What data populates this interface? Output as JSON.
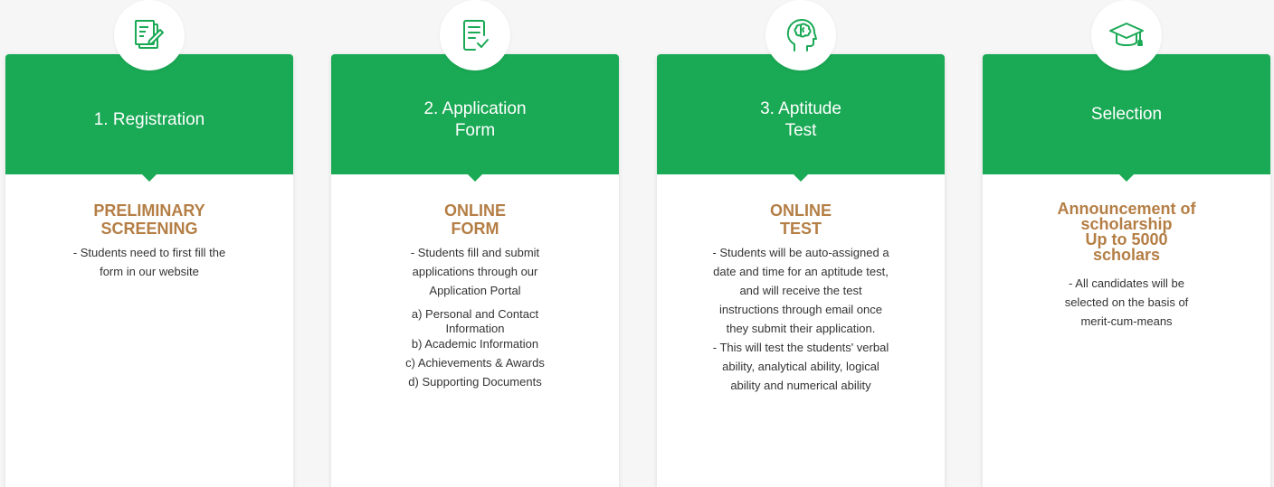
{
  "steps": [
    {
      "title": "1. Registration",
      "icon": "edit-document-icon",
      "heading_lines": [
        "PRELIMINARY",
        "SCREENING"
      ],
      "description": [
        "- Students need to first fill the",
        "form in our website"
      ],
      "sub_items": []
    },
    {
      "title_lines": [
        "2. Application",
        "Form"
      ],
      "icon": "checklist-document-icon",
      "heading_lines": [
        "ONLINE",
        "FORM"
      ],
      "description": [
        "- Students fill and submit",
        "applications through our",
        "Application Portal"
      ],
      "sub_items": [
        "a) Personal and Contact",
        "Information",
        "b) Academic Information",
        "c) Achievements & Awards",
        "d) Supporting Documents"
      ]
    },
    {
      "title_lines": [
        "3. Aptitude",
        "Test"
      ],
      "icon": "brain-head-icon",
      "heading_lines": [
        "ONLINE",
        "TEST"
      ],
      "description": [
        "- Students will be auto-assigned a",
        "date and time for an aptitude test,",
        "and will receive the test",
        "instructions through email once",
        "they submit their application.",
        "- This will test the students' verbal",
        "ability, analytical ability, logical",
        "ability and numerical ability"
      ],
      "sub_items": []
    },
    {
      "title": "Selection",
      "icon": "graduation-cap-icon",
      "heading_lines": [
        "Announcement of",
        "scholarship",
        "Up to 5000",
        "scholars"
      ],
      "description": [
        "- All candidates will be",
        "selected on the basis of",
        "merit-cum-means"
      ],
      "sub_items": []
    }
  ],
  "colors": {
    "green": "#1aa955",
    "heading": "#b47e45",
    "text": "#333333"
  }
}
